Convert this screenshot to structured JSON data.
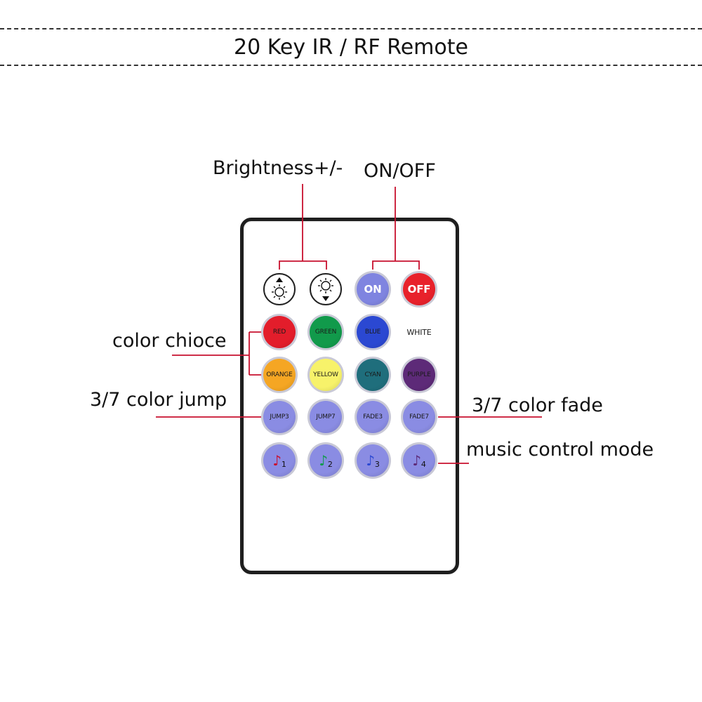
{
  "header": {
    "title": "20 Key IR / RF Remote"
  },
  "labels": {
    "brightness": "Brightness+/-",
    "onoff": "ON/OFF",
    "color_choice": "color chioce",
    "color_jump": "3/7 color jump",
    "color_fade": "3/7 color fade",
    "music": "music control mode"
  },
  "colors": {
    "pointer_line": "#c8102e",
    "remote_frame": "#1e1e1e"
  },
  "keys": {
    "row1": [
      {
        "icon": "brightness-up-icon"
      },
      {
        "icon": "brightness-down-icon"
      },
      {
        "label": "ON",
        "color": "#7f84e0"
      },
      {
        "label": "OFF",
        "color": "#e8212b"
      }
    ],
    "row2": [
      {
        "label": "RED",
        "color": "#e31d2b"
      },
      {
        "label": "GREEN",
        "color": "#119a4b"
      },
      {
        "label": "BLUE",
        "color": "#2b48d2"
      },
      {
        "label": "WHITE",
        "color": "#ffffff"
      }
    ],
    "row3": [
      {
        "label": "ORANGE",
        "color": "#f5a623"
      },
      {
        "label": "YELLOW",
        "color": "#f7f26a"
      },
      {
        "label": "CYAN",
        "color": "#1f6e7c"
      },
      {
        "label": "PURPLE",
        "color": "#5d2a78"
      }
    ],
    "row4": [
      {
        "label": "JUMP3",
        "color": "#8a8ce3"
      },
      {
        "label": "JUMP7",
        "color": "#8a8ce3"
      },
      {
        "label": "FADE3",
        "color": "#8a8ce3"
      },
      {
        "label": "FADE7",
        "color": "#8a8ce3"
      }
    ],
    "row5": [
      {
        "label": "1",
        "icon": "music-note-icon",
        "note_color": "#c8102e",
        "color": "#8a8ce3"
      },
      {
        "label": "2",
        "icon": "music-note-icon",
        "note_color": "#119a4b",
        "color": "#8a8ce3"
      },
      {
        "label": "3",
        "icon": "music-note-icon",
        "note_color": "#2b48d2",
        "color": "#8a8ce3"
      },
      {
        "label": "4",
        "icon": "music-note-icon",
        "note_color": "#5d2a78",
        "color": "#8a8ce3"
      }
    ]
  }
}
